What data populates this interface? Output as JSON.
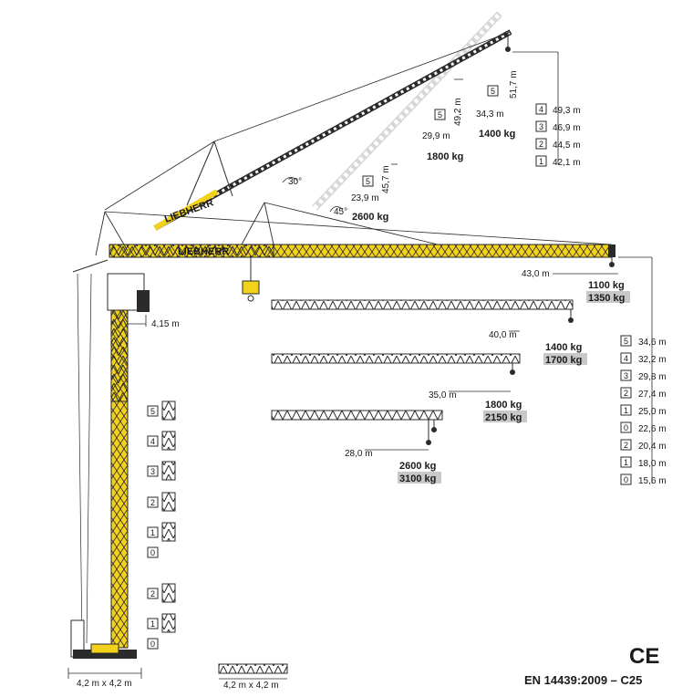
{
  "brand": "LIEBHERR",
  "colors": {
    "crane_yellow": "#f2d21b",
    "steel": "#2b2b2b",
    "ghost": "#cfcfcf",
    "highlight_bg": "#c8c8c8"
  },
  "luffing_positions": {
    "angle_30": "30°",
    "angle_45": "45°",
    "hook_heights": [
      "51,7 m",
      "49,2 m",
      "45,7 m"
    ],
    "height_steps": [
      "5",
      "5",
      "5"
    ],
    "radii": [
      "34,3 m",
      "29,9 m",
      "23,9 m"
    ],
    "loads": [
      "1400 kg",
      "1800 kg",
      "2600 kg"
    ]
  },
  "height_table_top": [
    {
      "step": "4",
      "height": "49,3 m"
    },
    {
      "step": "3",
      "height": "46,9 m"
    },
    {
      "step": "2",
      "height": "44,5 m"
    },
    {
      "step": "1",
      "height": "42,1 m"
    }
  ],
  "horizontal_jibs": [
    {
      "radius": "43,0 m",
      "load": "1100 kg",
      "load_alt": "1350 kg"
    },
    {
      "radius": "40,0 m",
      "load": "1400 kg",
      "load_alt": "1700 kg"
    },
    {
      "radius": "35,0 m",
      "load": "1800 kg",
      "load_alt": "2150 kg"
    },
    {
      "radius": "28,0 m",
      "load": "2600 kg",
      "load_alt": "3100 kg"
    }
  ],
  "height_table_side": [
    {
      "step": "5",
      "height": "34,6 m"
    },
    {
      "step": "4",
      "height": "32,2 m"
    },
    {
      "step": "3",
      "height": "29,8 m"
    },
    {
      "step": "2",
      "height": "27,4 m"
    },
    {
      "step": "1",
      "height": "25,0 m"
    },
    {
      "step": "0",
      "height": "22,6 m"
    },
    {
      "step": "2",
      "height": "20,4 m"
    },
    {
      "step": "1",
      "height": "18,0 m"
    },
    {
      "step": "0",
      "height": "15,6 m"
    }
  ],
  "counterjib_offset": "4,15 m",
  "tower_sections": [
    "5",
    "4",
    "3",
    "2",
    "1",
    "0",
    "2",
    "1",
    "0"
  ],
  "base_dims": [
    "4,2 m x 4,2 m",
    "4,2 m x 4,2 m"
  ],
  "certification": {
    "ce_mark": "CE",
    "standard": "EN 14439:2009 – C25"
  }
}
